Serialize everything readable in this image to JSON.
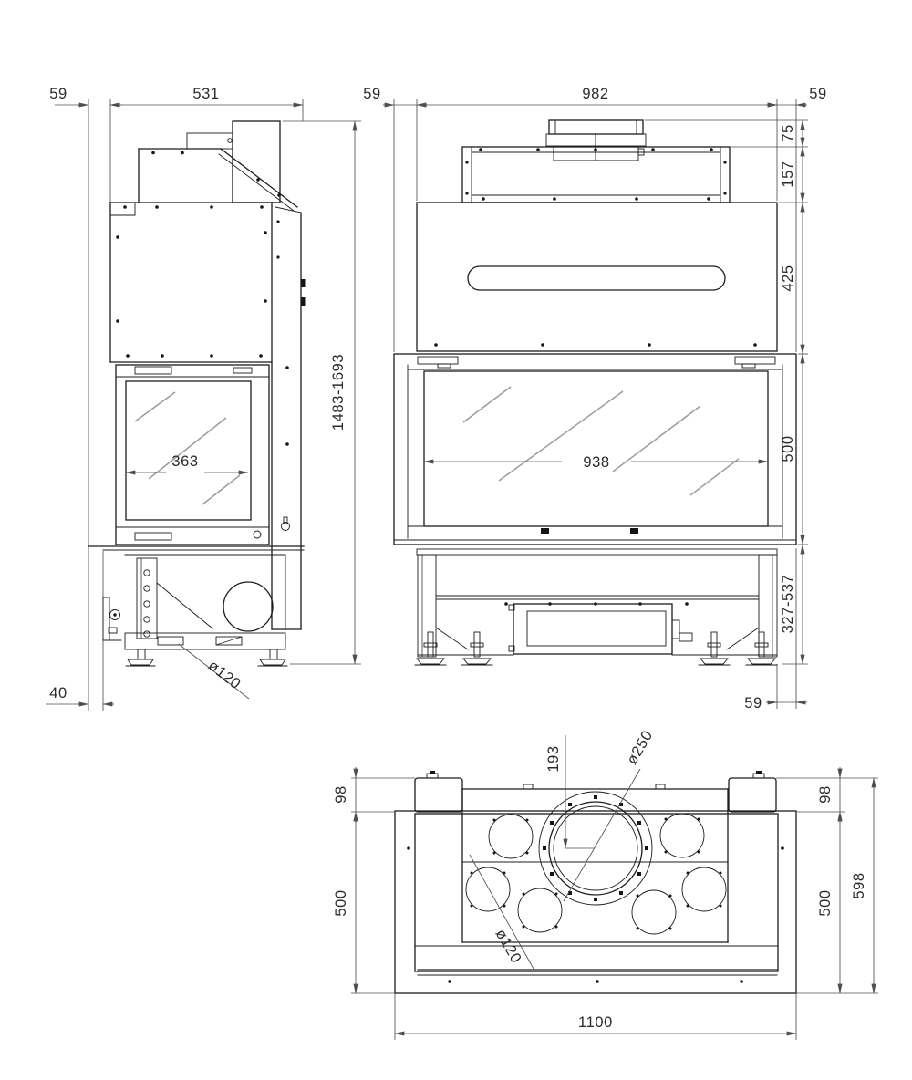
{
  "drawing": {
    "type": "fireplace-insert-dimensioned-drawing",
    "colors": {
      "outline": "#1c1c1c",
      "dimension": "#4f4f4f",
      "text": "#2b2b2b",
      "glass_reflection": "#9c9c9c",
      "background": "#ffffff"
    },
    "side_view": {
      "dims": {
        "wall_offset": "59",
        "depth": "531",
        "height_range": "1483-1693",
        "glass_width": "363",
        "flue_diameter": "ø120",
        "floor_offset": "40"
      }
    },
    "front_view": {
      "dims": {
        "side_offset_left": "59",
        "body_width": "982",
        "side_offset_right": "59",
        "collar_height": "75",
        "plenum_height": "157",
        "body_height": "425",
        "glass_height": "500",
        "glass_width": "938",
        "base_height_range": "327-537",
        "bottom_offset": "59"
      }
    },
    "top_view": {
      "dims": {
        "flue_center_offset": "193",
        "flue_diameter": "ø250",
        "glass_return_left": "98",
        "glass_return_right": "98",
        "depth_left": "500",
        "depth_right": "500",
        "total_depth": "598",
        "hole_diameter": "ø120",
        "total_width": "1100"
      }
    }
  }
}
